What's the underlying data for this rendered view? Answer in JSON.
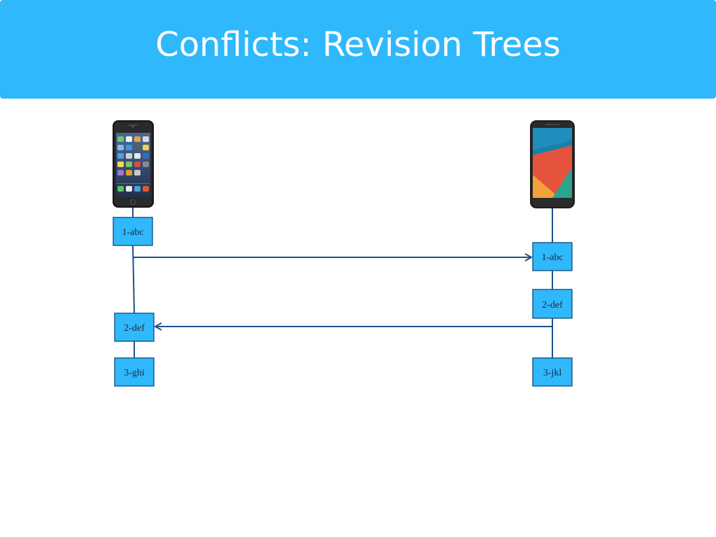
{
  "slide": {
    "title": "Conflicts: Revision Trees"
  },
  "colors": {
    "header_bg": "#2fb8fc",
    "box_fill": "#2fb8fc",
    "box_stroke": "#1e5a8a",
    "line": "#1e4f8c",
    "title_text": "#ffffff"
  },
  "devices": {
    "left": {
      "name": "iphone-icon",
      "revisions": [
        "1-abc",
        "2-def",
        "3-ghi"
      ]
    },
    "right": {
      "name": "android-phone-icon",
      "revisions": [
        "1-abc",
        "2-def",
        "3-jkl"
      ]
    }
  },
  "sync_arrows": [
    {
      "from": "left",
      "to": "right",
      "revision": "1-abc"
    },
    {
      "from": "right",
      "to": "left",
      "revision": "2-def"
    }
  ]
}
